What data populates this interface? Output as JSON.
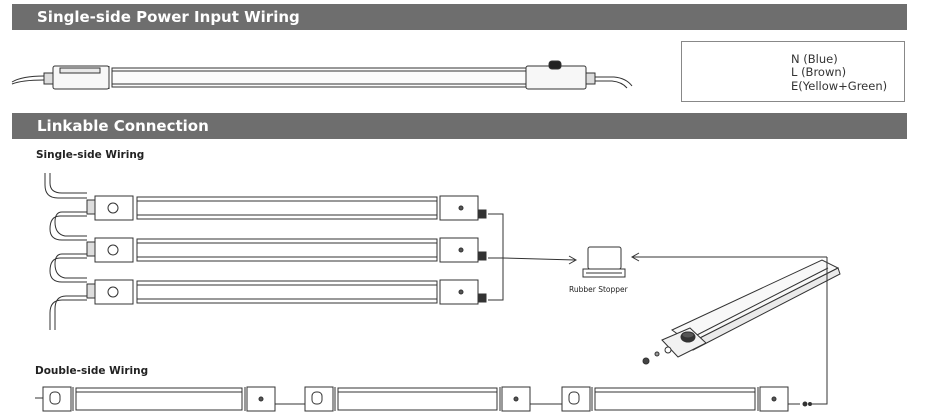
{
  "sections": {
    "power_input": {
      "title": "Single-side Power Input Wiring"
    },
    "linkable": {
      "title": "Linkable Connection"
    }
  },
  "wire_legend": {
    "wires": [
      {
        "label": "N (Blue)",
        "color": "#2f6fa8"
      },
      {
        "label": "L (Brown)",
        "color": "#7b4a2e"
      },
      {
        "label": "E(Yellow+Green)",
        "color": "#9cc13a"
      }
    ]
  },
  "single_side_wiring": {
    "label": "Single-side Wiring"
  },
  "double_side_wiring": {
    "label": "Double-side Wiring"
  },
  "stopper": {
    "label": "Rubber Stopper"
  }
}
